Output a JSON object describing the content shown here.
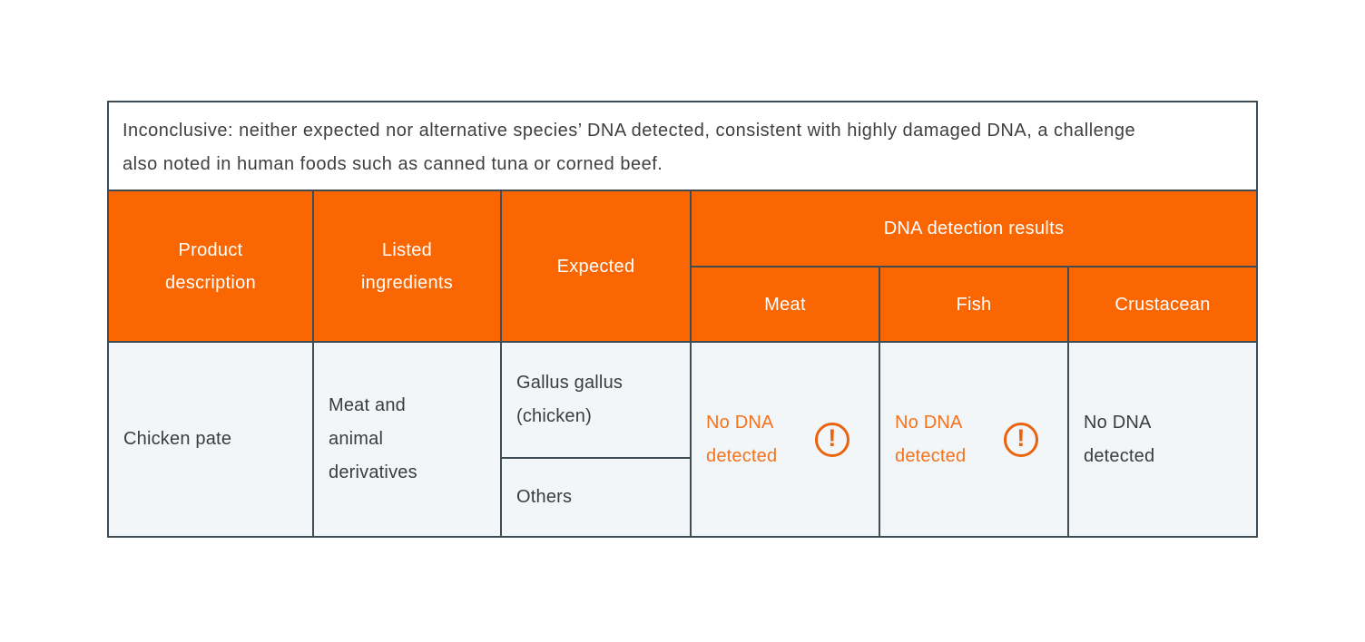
{
  "note": {
    "text": "Inconclusive: neither expected nor alternative species’ DNA detected, consistent with highly damaged DNA, a challenge also noted in human foods such as canned tuna or corned beef."
  },
  "table": {
    "columns": {
      "product": "Product description",
      "ingredients": "Listed ingredients",
      "expected": "Expected",
      "dna_group": "DNA detection results",
      "subcolumns": [
        "Meat",
        "Fish",
        "Crustacean"
      ]
    },
    "row": {
      "product": "Chicken pate",
      "ingredients": "Meat and animal derivatives",
      "expected_species": "Gallus gallus (chicken)",
      "expected_other": "Others",
      "results": {
        "meat": {
          "text": "No DNA detected",
          "warning": true
        },
        "fish": {
          "text": "No DNA detected",
          "warning": true
        },
        "crustacean": {
          "text": "No DNA detected",
          "warning": false
        }
      }
    }
  },
  "icons": {
    "warning_name": "exclamation-circle-icon",
    "warning_glyph": "!"
  },
  "colors": {
    "header_orange": "#fa6602",
    "warning_orange": "#f5731d",
    "icon_orange": "#ea620c",
    "border_slate": "#3d4c55",
    "cell_background": "#f2f6f9",
    "text_dark": "#3c3c3b"
  }
}
